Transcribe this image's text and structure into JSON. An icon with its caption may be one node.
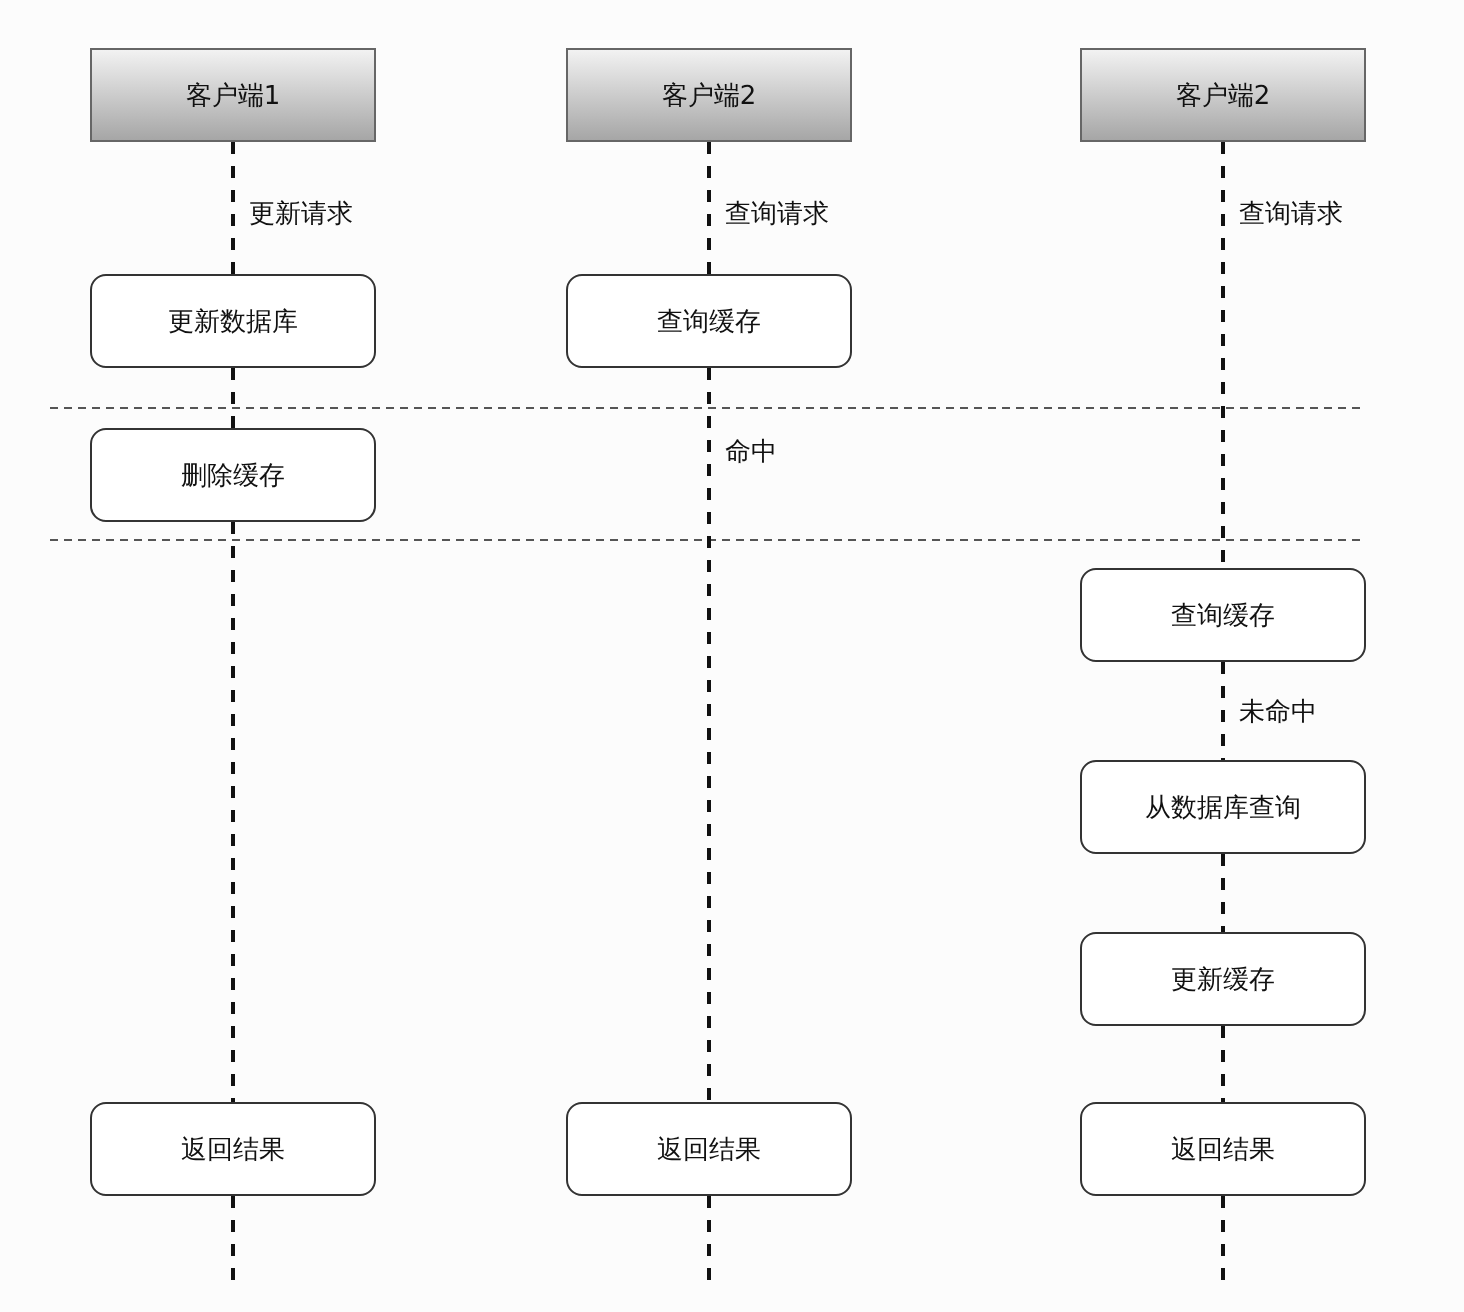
{
  "diagram": {
    "nodes": [
      {
        "text": [
          "客户端1"
        ]
      },
      {
        "text": [
          "客户端2"
        ]
      },
      {
        "text": [
          "客户端2"
        ]
      },
      {
        "text": [
          "更新数据库"
        ]
      },
      {
        "text": [
          "查询缓存"
        ]
      },
      {
        "text": [
          "删除缓存"
        ]
      },
      {
        "text": [
          "查询缓存"
        ]
      },
      {
        "text": [
          "从数据库查询"
        ]
      },
      {
        "text": [
          "更新缓存"
        ]
      },
      {
        "text": [
          "返回结果"
        ]
      },
      {
        "text": [
          "返回结果"
        ]
      },
      {
        "text": [
          "返回结果"
        ]
      }
    ],
    "edges": [
      {
        "from": 0,
        "to": 3,
        "arrow": "none",
        "style": "dashed",
        "label": "更新请求"
      },
      {
        "from": 3,
        "to": 5,
        "arrow": "none",
        "style": "dashed"
      },
      {
        "from": 5,
        "to": 9,
        "arrow": "none",
        "style": "dashed"
      },
      {
        "from": 9,
        "to": null,
        "arrow": "none",
        "style": "dashed"
      },
      {
        "from": 1,
        "to": 4,
        "arrow": "none",
        "style": "dashed",
        "label": "查询请求"
      },
      {
        "from": 4,
        "to": 10,
        "arrow": "none",
        "style": "dashed",
        "label": "命中"
      },
      {
        "from": 10,
        "to": null,
        "arrow": "none",
        "style": "dashed"
      },
      {
        "from": 2,
        "to": 6,
        "arrow": "none",
        "style": "dashed",
        "label": "查询请求"
      },
      {
        "from": 6,
        "to": 7,
        "arrow": "none",
        "style": "dashed",
        "label": "未命中"
      },
      {
        "from": 7,
        "to": 8,
        "arrow": "none",
        "style": "dashed"
      },
      {
        "from": 8,
        "to": 11,
        "arrow": "none",
        "style": "dashed"
      },
      {
        "from": 11,
        "to": null,
        "arrow": "none",
        "style": "dashed"
      }
    ]
  }
}
